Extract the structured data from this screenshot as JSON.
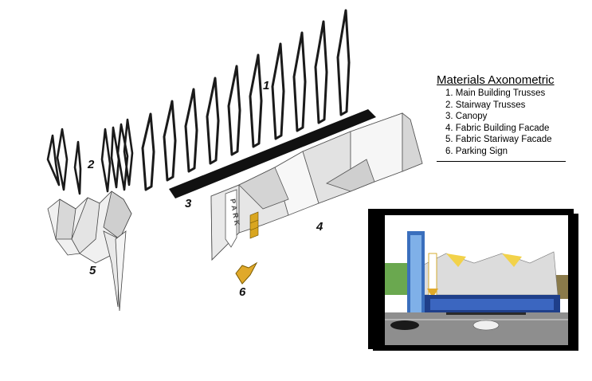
{
  "legend": {
    "title": "Materials Axonometric",
    "items": [
      "1. Main Building Trusses",
      "2. Stairway Trusses",
      "3. Canopy",
      "4. Fabric Building Facade",
      "5. Fabric Stariway Facade",
      "6. Parking Sign"
    ]
  },
  "part_numbers": [
    "1",
    "2",
    "3",
    "4",
    "5",
    "6"
  ],
  "sign_text": "PARK",
  "colors": {
    "truss_stroke": "#1a1a1a",
    "canopy": "#111111",
    "fabric": "#f2f2f2",
    "fabric_shade": "#c9c9c9",
    "sign_yellow": "#e0b030",
    "photo_sky": "#ffffff",
    "photo_tree": "#6aa84f",
    "photo_blue": "#2c5fb0",
    "photo_road": "#8e8e8e"
  }
}
